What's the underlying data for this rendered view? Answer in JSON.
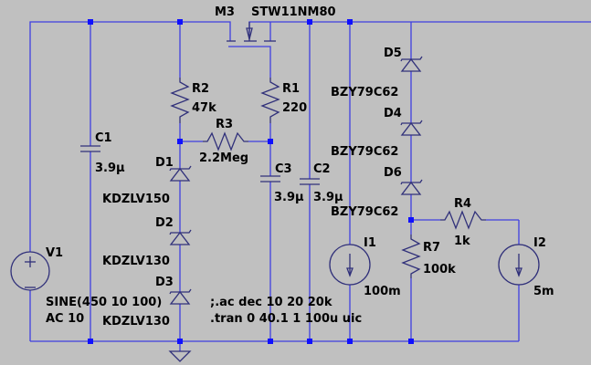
{
  "components": {
    "M3": {
      "name": "M3",
      "value": "STW11NM80"
    },
    "R1": {
      "name": "R1",
      "value": "220"
    },
    "R2": {
      "name": "R2",
      "value": "47k"
    },
    "R3": {
      "name": "R3",
      "value": "2.2Meg"
    },
    "R4": {
      "name": "R4",
      "value": "1k"
    },
    "R7": {
      "name": "R7",
      "value": "100k"
    },
    "C1": {
      "name": "C1",
      "value": "3.9µ"
    },
    "C2": {
      "name": "C2",
      "value": "3.9µ"
    },
    "C3": {
      "name": "C3",
      "value": "3.9µ"
    },
    "D1": {
      "name": "D1",
      "value": "KDZLV150"
    },
    "D2": {
      "name": "D2",
      "value": "KDZLV130"
    },
    "D3": {
      "name": "D3",
      "value": "KDZLV130"
    },
    "D4": {
      "name": "D4",
      "value": "BZY79C62"
    },
    "D5": {
      "name": "D5",
      "value": "BZY79C62"
    },
    "D6": {
      "name": "D6",
      "value": "BZY79C62"
    },
    "V1": {
      "name": "V1",
      "value1": "SINE(450 10 100)",
      "value2": "AC 10"
    },
    "I1": {
      "name": "I1",
      "value": "100m"
    },
    "I2": {
      "name": "I2",
      "value": "5m"
    }
  },
  "directives": {
    "ac": ";.ac dec 10 20 20k",
    "tran": ".tran 0 40.1 1 100u uic"
  }
}
